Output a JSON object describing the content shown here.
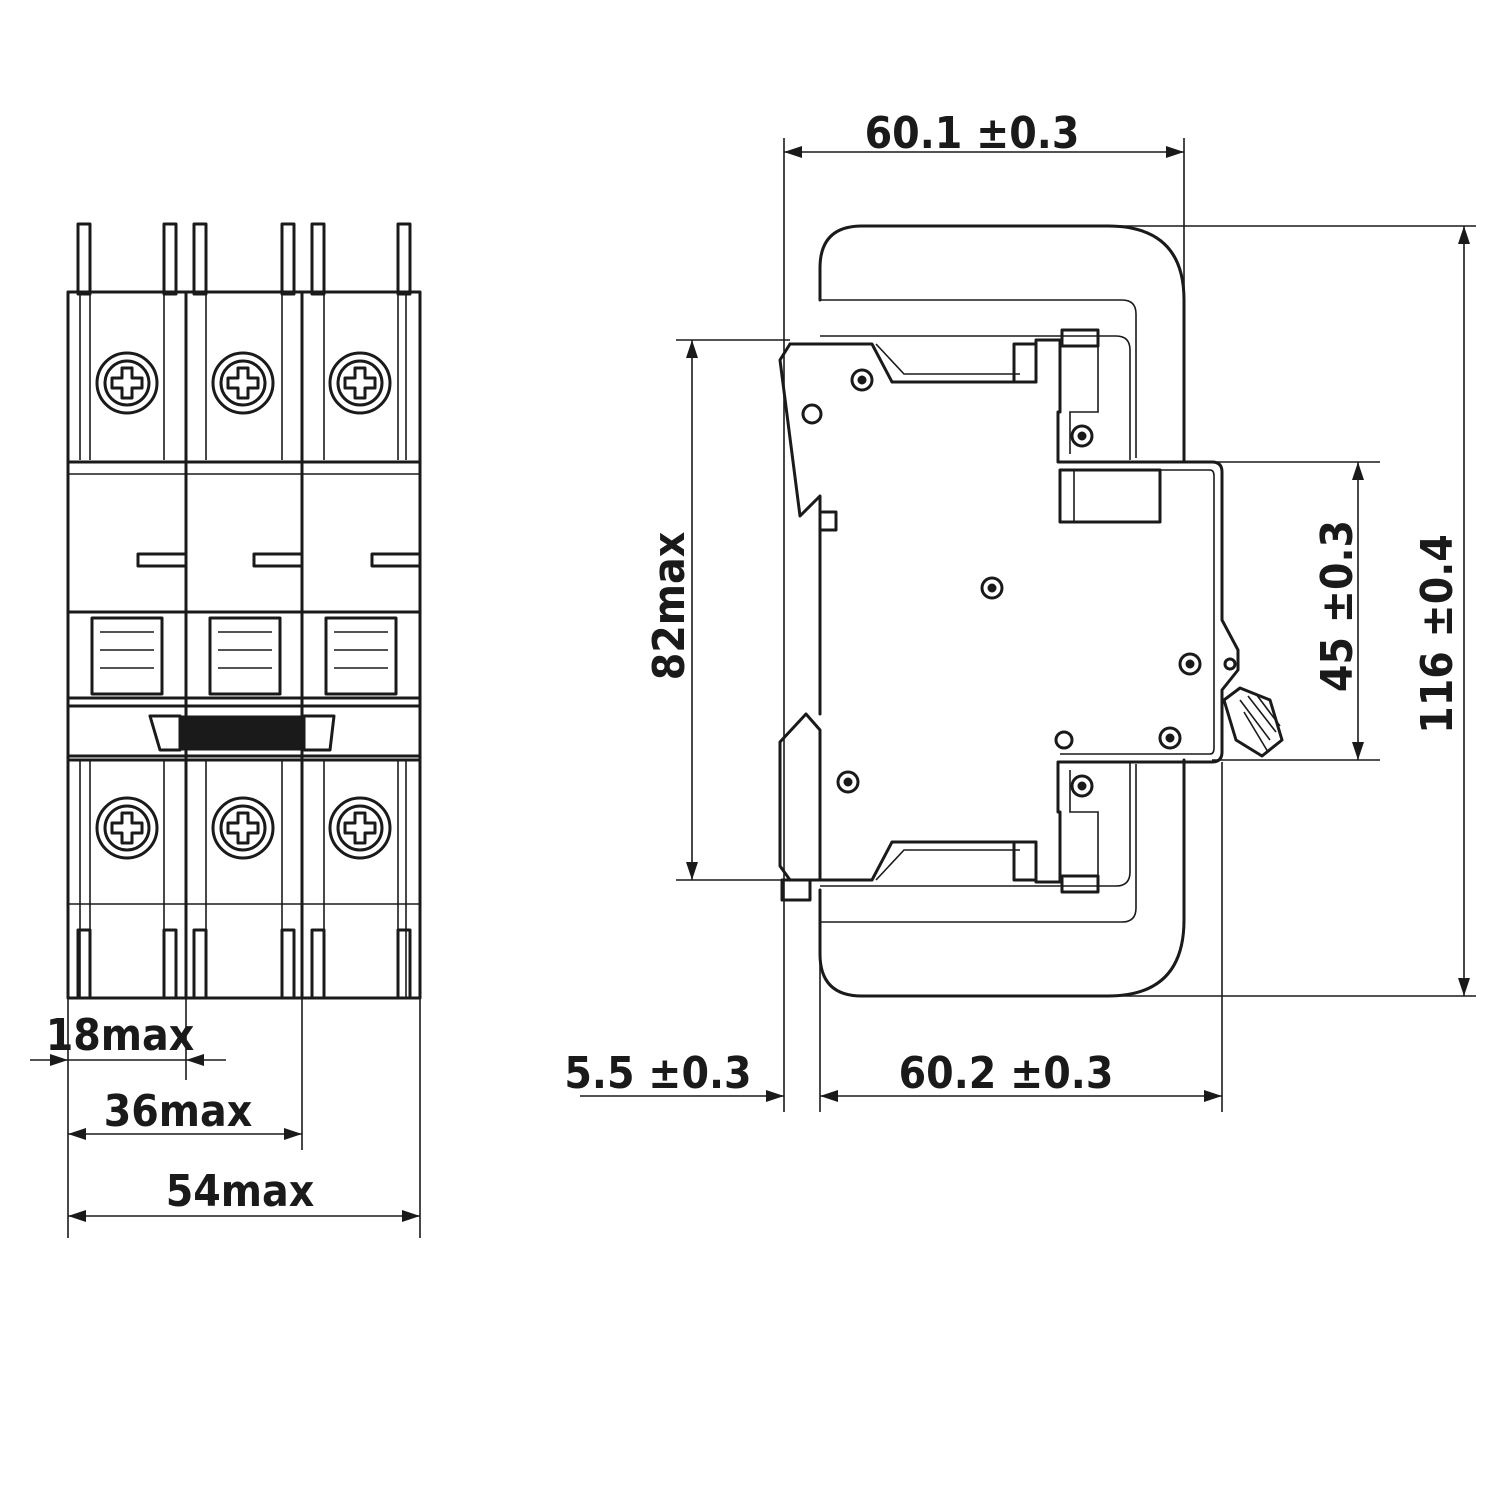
{
  "front_view": {
    "dimensions": {
      "pole_width": "18max",
      "two_pole_width": "36max",
      "three_pole_width": "54max"
    }
  },
  "side_view": {
    "dimensions": {
      "top_width": "60.1 ±0.3",
      "bottom_width": "60.2 ±0.3",
      "rail_offset": "5.5 ±0.3",
      "terminal_span": "82max",
      "front_face_height": "45 ±0.3",
      "overall_height": "116 ±0.4"
    }
  },
  "colors": {
    "line": "#1a1a1a",
    "background": "#ffffff"
  }
}
